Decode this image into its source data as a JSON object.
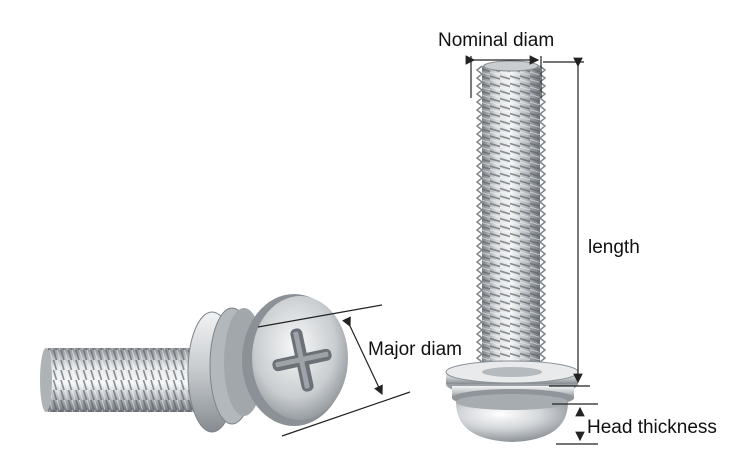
{
  "labels": {
    "nominal_diam": "Nominal diam",
    "length": "length",
    "major_diam": "Major diam",
    "head_thickness": "Head thickness"
  },
  "colors": {
    "background": "#ffffff",
    "steel_light": "#eef0f1",
    "steel_mid": "#b9bdc1",
    "steel_dark": "#6f757b",
    "dimension_line": "#222222"
  }
}
